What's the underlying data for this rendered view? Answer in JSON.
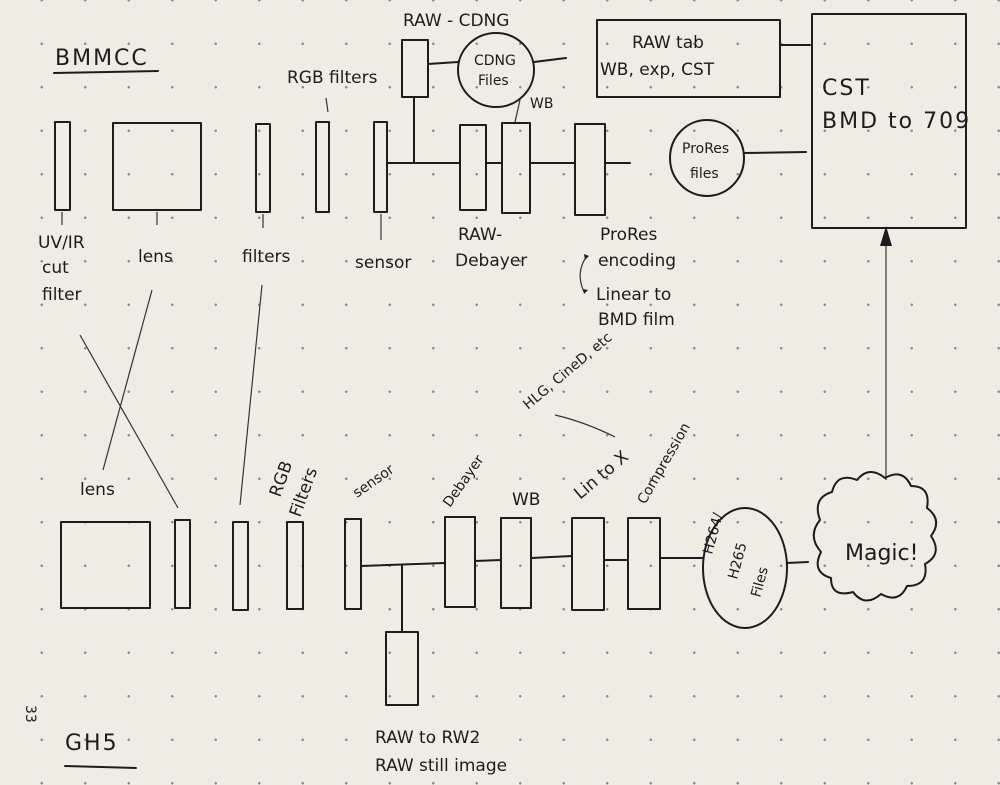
{
  "top": {
    "title": "BMMCC",
    "raw_cdng": "RAW - CDNG",
    "cdng_files": [
      "CDNG",
      "Files"
    ],
    "raw_tab": [
      "RAW tab",
      "WB, exp, CST"
    ],
    "cst": [
      "CST",
      "BMD to 709"
    ],
    "rgb_filters": "RGB filters",
    "wb": "WB",
    "uvir": [
      "UV/IR",
      "cut",
      "filter"
    ],
    "lens": "lens",
    "filters": "filters",
    "sensor": "sensor",
    "raw_debayer": [
      "RAW-",
      "Debayer"
    ],
    "prores_encoding": [
      "ProRes",
      "encoding"
    ],
    "linear": [
      "Linear to",
      "BMD film"
    ],
    "prores_files": [
      "ProRes",
      "files"
    ]
  },
  "bottom": {
    "title": "GH5",
    "lens": "lens",
    "rgb_filters": [
      "RGB",
      "Filters"
    ],
    "sensor": "sensor",
    "debayer": "Debayer",
    "wb": "WB",
    "lin_to_x": "Lin to X",
    "compression": "Compression",
    "hlg": "HLG, CineD, etc",
    "h264": [
      "H264/",
      "H265",
      "Files"
    ],
    "magic": "Magic!",
    "raw_rw2": [
      "RAW to RW2",
      "RAW still image"
    ]
  },
  "page_number": "33"
}
